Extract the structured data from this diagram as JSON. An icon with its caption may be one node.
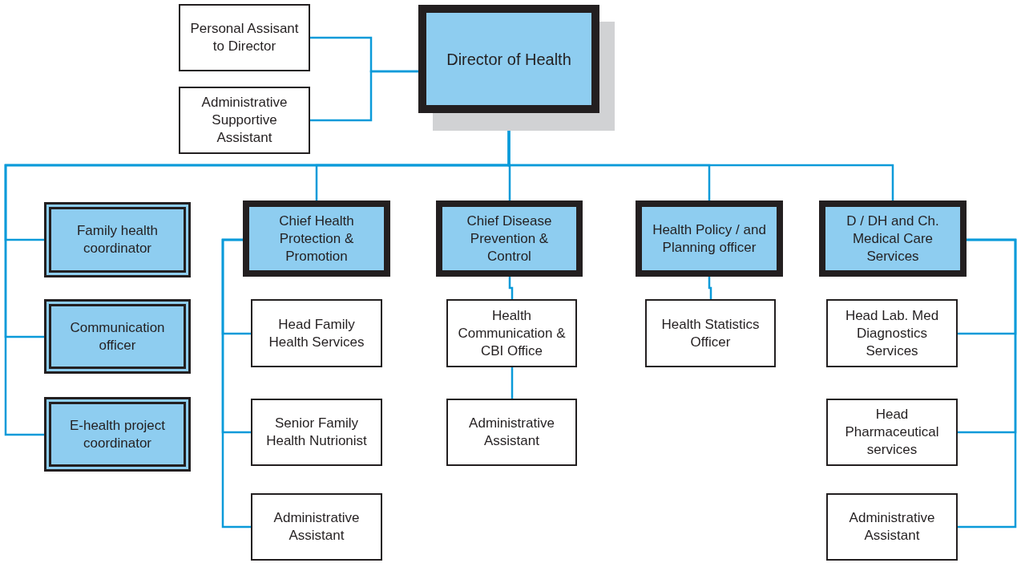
{
  "diagram": {
    "nodes": [
      {
        "text": [
          "Director of Health"
        ]
      },
      {
        "text": [
          "Personal Assisant to Director"
        ]
      },
      {
        "text": [
          "Administrative Supportive Assistant"
        ]
      },
      {
        "text": [
          "Family health coordinator"
        ]
      },
      {
        "text": [
          "Communication officer"
        ]
      },
      {
        "text": [
          "E-health project coordinator"
        ]
      },
      {
        "text": [
          "Chief Health Protection & Promotion"
        ]
      },
      {
        "text": [
          "Head Family Health Services"
        ]
      },
      {
        "text": [
          "Senior Family Health Nutrionist"
        ]
      },
      {
        "text": [
          "Administrative Assistant"
        ]
      },
      {
        "text": [
          "Chief Disease Prevention & Control"
        ]
      },
      {
        "text": [
          "Health Communication & CBI Office"
        ]
      },
      {
        "text": [
          "Administrative Assistant"
        ]
      },
      {
        "text": [
          "Health Policy / and Planning officer"
        ]
      },
      {
        "text": [
          "Health Statistics Officer"
        ]
      },
      {
        "text": [
          "D / DH and Ch. Medical Care Services"
        ]
      },
      {
        "text": [
          "Head Lab. Med Diagnostics Services"
        ]
      },
      {
        "text": [
          "Head Pharmaceutical services"
        ]
      },
      {
        "text": [
          "Administrative Assistant"
        ]
      }
    ],
    "edges": [
      {
        "from": 1,
        "to": 0,
        "arrow": "none"
      },
      {
        "from": 2,
        "to": 0,
        "arrow": "none"
      },
      {
        "from": 0,
        "to": 3,
        "arrow": "none"
      },
      {
        "from": 0,
        "to": 4,
        "arrow": "none"
      },
      {
        "from": 0,
        "to": 5,
        "arrow": "none"
      },
      {
        "from": 0,
        "to": 6,
        "arrow": "none"
      },
      {
        "from": 0,
        "to": 10,
        "arrow": "none"
      },
      {
        "from": 0,
        "to": 13,
        "arrow": "none"
      },
      {
        "from": 0,
        "to": 15,
        "arrow": "none"
      },
      {
        "from": 6,
        "to": 7,
        "arrow": "none"
      },
      {
        "from": 6,
        "to": 8,
        "arrow": "none"
      },
      {
        "from": 6,
        "to": 9,
        "arrow": "none"
      },
      {
        "from": 10,
        "to": 11,
        "arrow": "none"
      },
      {
        "from": 11,
        "to": 12,
        "arrow": "none"
      },
      {
        "from": 13,
        "to": 14,
        "arrow": "none"
      },
      {
        "from": 15,
        "to": 16,
        "arrow": "none"
      },
      {
        "from": 15,
        "to": 17,
        "arrow": "none"
      },
      {
        "from": 15,
        "to": 18,
        "arrow": "none"
      }
    ]
  }
}
